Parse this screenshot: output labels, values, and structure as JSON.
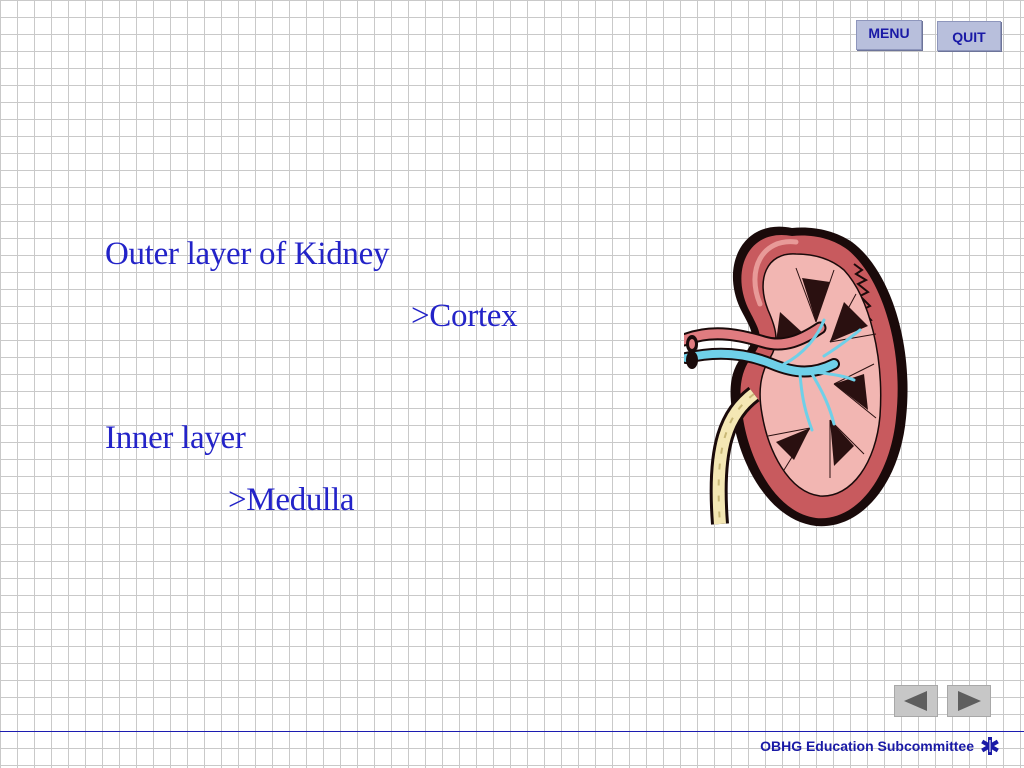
{
  "header": {
    "menu_label": "MENU",
    "quit_label": "QUIT"
  },
  "content": {
    "outer_layer": "Outer layer of Kidney",
    "outer_answer": ">Cortex",
    "inner_layer": "Inner layer",
    "inner_answer": ">Medulla"
  },
  "navigation": {
    "previous_icon": "triangle-left-icon",
    "next_icon": "triangle-right-icon"
  },
  "footer": {
    "text": "OBHG Education Subcommittee",
    "icon": "star-of-life-icon"
  },
  "colors": {
    "text_blue": "#2323c8",
    "button_fill": "#b8bfdc",
    "nav_fill": "#c7c7c7",
    "grid_line": "#c9c9c9"
  }
}
